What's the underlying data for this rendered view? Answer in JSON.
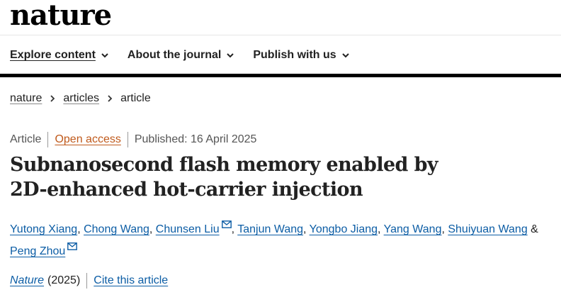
{
  "header": {
    "logo": "nature"
  },
  "nav": {
    "items": [
      {
        "label": "Explore content"
      },
      {
        "label": "About the journal"
      },
      {
        "label": "Publish with us"
      }
    ]
  },
  "breadcrumb": [
    "nature",
    "articles",
    "article"
  ],
  "article": {
    "type": "Article",
    "access": "Open access",
    "published": "Published: 16 April 2025",
    "title": "Subnanosecond flash memory enabled by 2D-enhanced hot-carrier injection",
    "authors": [
      {
        "name": "Yutong Xiang",
        "sep": ", "
      },
      {
        "name": "Chong Wang",
        "sep": ", "
      },
      {
        "name": "Chunsen Liu",
        "sep": ", "
      },
      {
        "name": "Tanjun Wang",
        "sep": ", "
      },
      {
        "name": "Yongbo Jiang",
        "sep": ", "
      },
      {
        "name": "Yang Wang",
        "sep": ", "
      },
      {
        "name": "Shuiyuan Wang",
        "sep": " & "
      },
      {
        "name": "Peng Zhou",
        "sep": ""
      }
    ],
    "journal": "Nature",
    "year": "(2025)",
    "cite_label": "Cite this article"
  },
  "colors": {
    "link": "#0c5da5",
    "open_access": "#c05a1c",
    "text": "#222222"
  }
}
